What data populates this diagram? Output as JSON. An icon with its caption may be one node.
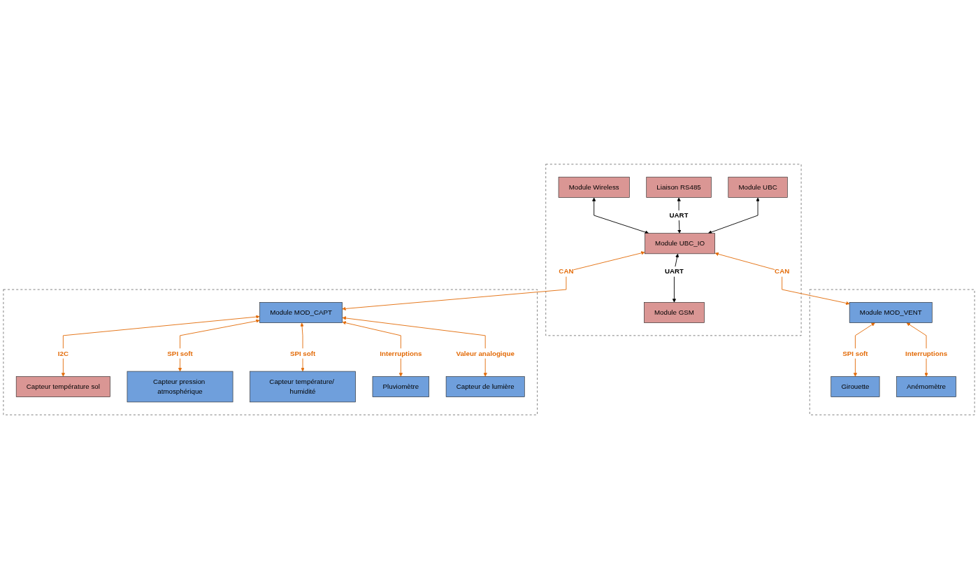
{
  "diagram": {
    "nodes": [
      {
        "text": [],
        "shape": "box"
      },
      {
        "text": [
          "Module Wireless"
        ],
        "in": 0
      },
      {
        "text": [
          "Liaison RS485"
        ],
        "in": 0
      },
      {
        "text": [
          "Module UBC"
        ],
        "in": 0
      },
      {
        "text": [
          "Module UBC_IO"
        ],
        "in": 0
      },
      {
        "text": [
          "Module GSM"
        ],
        "in": 0
      },
      {
        "text": [],
        "shape": "box"
      },
      {
        "text": [
          "Module MOD_VENT"
        ],
        "in": 6
      },
      {
        "text": [
          "Girouette"
        ],
        "in": 6
      },
      {
        "text": [
          "Anémomètre"
        ],
        "in": 6
      },
      {
        "text": [],
        "shape": "box"
      },
      {
        "text": [
          "Module MOD_CAPT"
        ],
        "in": 10
      },
      {
        "text": [
          "Capteur température sol"
        ],
        "in": 10
      },
      {
        "text": [
          "Capteur pression atmosphérique"
        ],
        "in": 10
      },
      {
        "text": [
          "Capteur température/ humidité"
        ],
        "in": 10
      },
      {
        "text": [
          "Pluviomètre"
        ],
        "in": 10
      },
      {
        "text": [
          "Capteur de lumière"
        ],
        "in": 10
      }
    ],
    "edges": [
      {
        "from": 1,
        "to": 4,
        "arrow": "both",
        "color": "#000000"
      },
      {
        "from": 2,
        "to": 4,
        "arrow": "both",
        "label": "UART",
        "color": "#000000"
      },
      {
        "from": 3,
        "to": 4,
        "arrow": "both",
        "color": "#000000"
      },
      {
        "from": 4,
        "to": 5,
        "arrow": "both",
        "label": "UART",
        "color": "#000000"
      },
      {
        "from": 4,
        "to": 7,
        "arrow": "both",
        "label": "CAN"
      },
      {
        "from": 4,
        "to": 11,
        "arrow": "both",
        "label": "CAN"
      },
      {
        "from": 7,
        "to": 8,
        "arrow": "both",
        "label": "SPI soft"
      },
      {
        "from": 7,
        "to": 9,
        "arrow": "both",
        "label": "Interruptions"
      },
      {
        "from": 11,
        "to": 12,
        "arrow": "both",
        "label": "I2C"
      },
      {
        "from": 11,
        "to": 13,
        "arrow": "both",
        "label": "SPI soft"
      },
      {
        "from": 11,
        "to": 14,
        "arrow": "both",
        "label": "SPI soft"
      },
      {
        "from": 11,
        "to": 15,
        "arrow": "both",
        "label": "Interruptions"
      },
      {
        "from": 11,
        "to": 16,
        "arrow": "both",
        "label": "Valeur analogique"
      }
    ]
  }
}
